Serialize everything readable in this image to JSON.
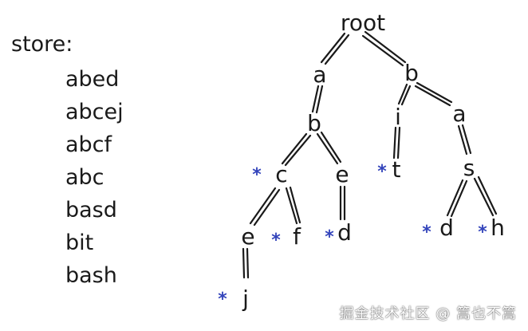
{
  "store_label": "store:",
  "words": [
    "abed",
    "abcej",
    "abcf",
    "abc",
    "basd",
    "bit",
    "bash"
  ],
  "star_color": "#3344bb",
  "star_glyph": "*",
  "tree": {
    "root": "root",
    "n_a": "a",
    "n_b": "b",
    "n_ab": "b",
    "n_bi": "i",
    "n_ba": "a",
    "n_abc": "c",
    "n_abe": "e",
    "n_bit": "t",
    "n_bas": "s",
    "n_abce": "e",
    "n_abcf": "f",
    "n_abed": "d",
    "n_basd": "d",
    "n_bash": "h",
    "n_abcej": "j"
  },
  "end_markers": [
    "n_abc",
    "n_bit",
    "n_abcf",
    "n_abed",
    "n_basd",
    "n_bash",
    "n_abcej"
  ],
  "watermark": "掘金技术社区 @ 篙也不篙"
}
